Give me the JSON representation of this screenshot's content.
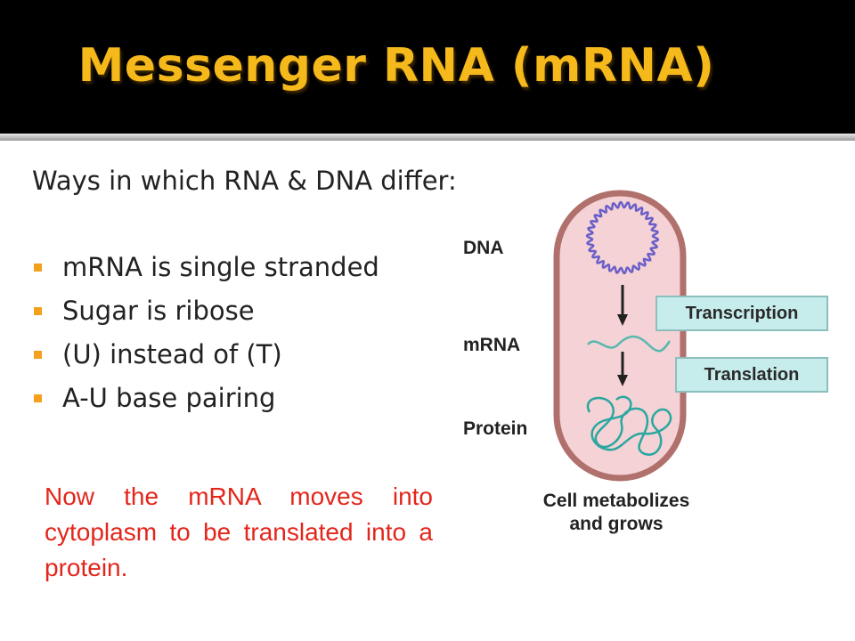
{
  "slide": {
    "title": "Messenger RNA (mRNA)",
    "heading": "Ways in which RNA & DNA differ:",
    "bullets": [
      "mRNA is single stranded",
      "Sugar is ribose",
      "(U) instead of (T)",
      "A-U base pairing"
    ],
    "note": "Now the mRNA moves into cytoplasm to be translated into a protein."
  },
  "diagram": {
    "labels": {
      "dna": "DNA",
      "mrna": "mRNA",
      "protein": "Protein"
    },
    "steps": {
      "transcription": "Transcription",
      "translation": "Translation"
    },
    "caption_line1": "Cell metabolizes",
    "caption_line2": "and grows"
  },
  "colors": {
    "title": "#f6b91b",
    "bullet_marker": "#f4a01c",
    "note_text": "#e3261c",
    "cell_fill": "#f5d2d5",
    "cell_outline": "#b0706c",
    "dna_strand": "#6a5fc8",
    "mrna_strand": "#58b8b0",
    "protein_strand": "#2aa7a0",
    "step_box_fill": "#c7ecec"
  }
}
